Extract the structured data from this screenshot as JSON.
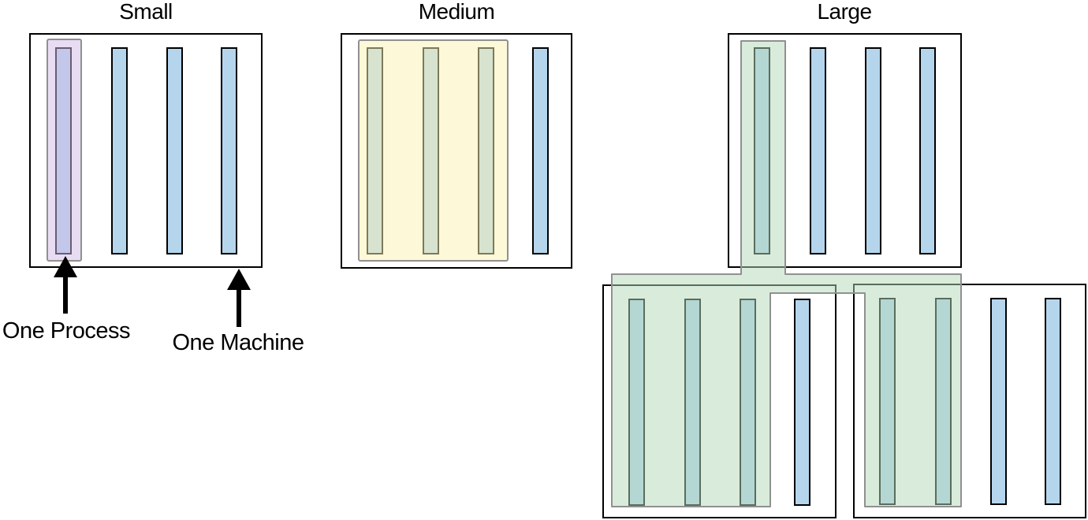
{
  "titles": {
    "small": "Small",
    "medium": "Medium",
    "large": "Large"
  },
  "annotations": {
    "one_process": "One Process",
    "one_machine": "One Machine"
  },
  "colors": {
    "process_bar_fill": "#b5d5ec",
    "bar_border": "#000000",
    "machine_border": "#000000",
    "purple_fill": "rgba(209,185,229,0.5)",
    "yellow_fill": "rgba(249,241,177,0.5)",
    "green_fill": "rgba(179,217,185,0.5)",
    "overlay_border": "#909090"
  },
  "diagram": {
    "clusters": [
      {
        "label": "Small",
        "machines": 1,
        "processes_per_machine": 4,
        "highlighted_processes": 1,
        "highlight_color_name": "purple"
      },
      {
        "label": "Medium",
        "machines": 1,
        "processes_per_machine": 4,
        "highlighted_processes": 3,
        "highlight_color_name": "yellow"
      },
      {
        "label": "Large",
        "machines": 3,
        "processes_per_machine": 4,
        "highlighted_processes_per_machine": [
          1,
          3,
          2
        ],
        "highlight_color_name": "green",
        "note": "single green region spans the top machine and both bottom machines"
      }
    ]
  }
}
